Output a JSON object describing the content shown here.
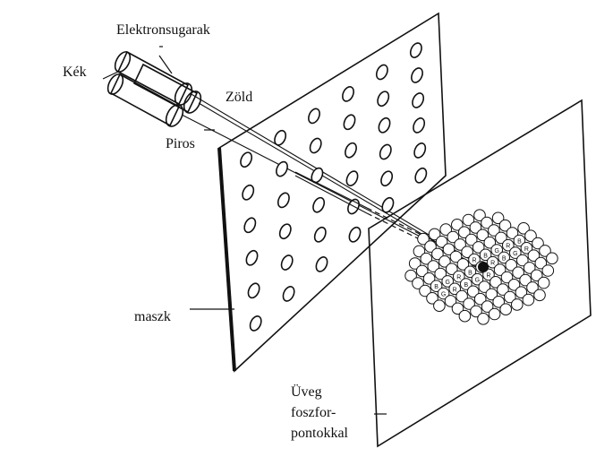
{
  "labels": {
    "beams": "Elektronsugarak",
    "blue": "Kék",
    "green": "Zöld",
    "red": "Piros",
    "mask": "maszk",
    "glass_line1": "Üveg",
    "glass_line2": "foszfor-",
    "glass_line3": "pontokkal"
  },
  "phosphor_letters": [
    "G",
    "R",
    "B"
  ],
  "colors": {
    "ink": "#111111",
    "paper": "#ffffff"
  }
}
